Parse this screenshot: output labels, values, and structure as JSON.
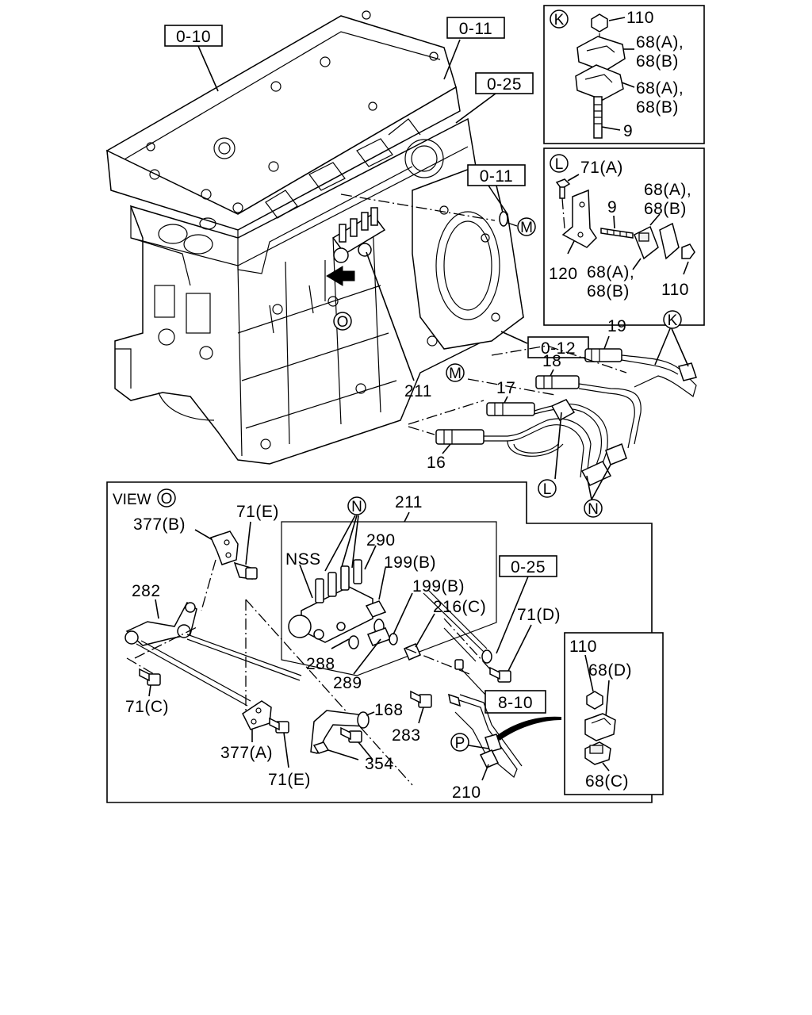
{
  "refs": {
    "r010": "0-10",
    "r011a": "0-11",
    "r025a": "0-25",
    "r011b": "0-11",
    "r012": "0-12",
    "r025b": "0-25",
    "r810": "8-10"
  },
  "circles": {
    "K1": "K",
    "L1": "L",
    "M1": "M",
    "M2": "M",
    "O1": "O",
    "O2": "O",
    "K2": "K",
    "L2": "L",
    "N1": "N",
    "N2": "N",
    "P1": "P"
  },
  "labels": {
    "inK_110": "110",
    "inK_68ab_1": "68(A),",
    "inK_68ab_2": "68(B)",
    "inK_68ab_3": "68(A),",
    "inK_68ab_4": "68(B)",
    "inK_9": "9",
    "inL_71a": "71(A)",
    "inL_68ab_1": "68(A),",
    "inL_68ab_2": "68(B)",
    "inL_9": "9",
    "inL_120": "120",
    "inL_68ab_3": "68(A),",
    "inL_68ab_4": "68(B)",
    "inL_110": "110",
    "p19": "19",
    "p18": "18",
    "p17": "17",
    "p16": "16",
    "p211a": "211",
    "view": "VIEW",
    "p71e_top": "71(E)",
    "p377b": "377(B)",
    "p211b": "211",
    "p290": "290",
    "nss": "NSS",
    "p199b_1": "199(B)",
    "p199b_2": "199(B)",
    "p216c": "216(C)",
    "p282": "282",
    "p71d": "71(D)",
    "p288": "288",
    "p289": "289",
    "p71c": "71(C)",
    "p168": "168",
    "p283": "283",
    "p377a": "377(A)",
    "p354": "354",
    "p71e_bot": "71(E)",
    "p210": "210",
    "inP_110": "110",
    "inP_68d": "68(D)",
    "inP_68c": "68(C)"
  }
}
